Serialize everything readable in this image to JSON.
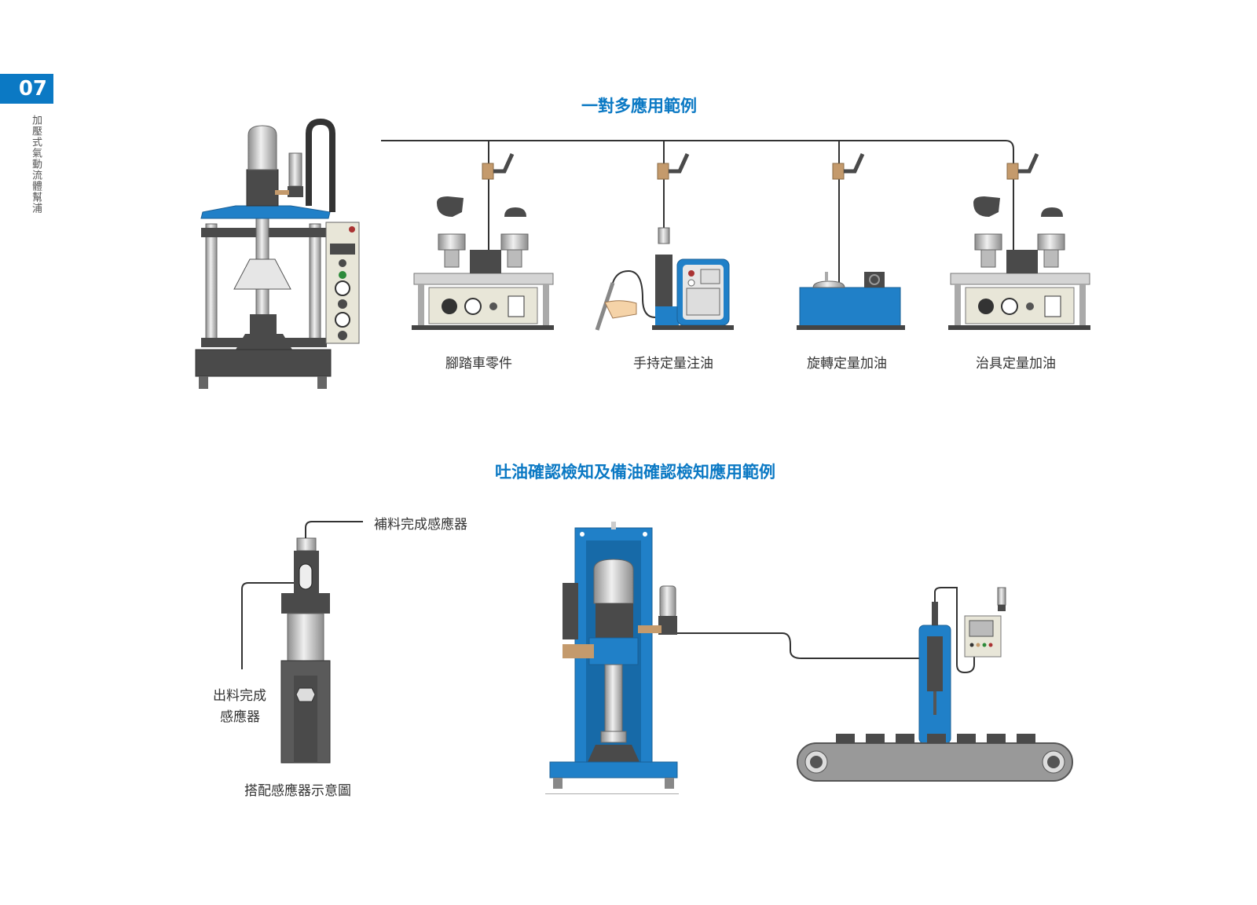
{
  "page": {
    "number": "07",
    "side_title": "加壓式氣動流體幫浦"
  },
  "section1": {
    "heading": "一對多應用範例",
    "applications": [
      {
        "label": "腳踏車零件"
      },
      {
        "label": "手持定量注油"
      },
      {
        "label": "旋轉定量加油"
      },
      {
        "label": "治具定量加油"
      }
    ]
  },
  "section2": {
    "heading": "吐油確認檢知及備油確認檢知應用範例",
    "sensor_labels": {
      "refill_complete": "補料完成感應器",
      "discharge_complete_line1": "出料完成",
      "discharge_complete_line2": "感應器"
    },
    "diagram_caption": "搭配感應器示意圖"
  },
  "colors": {
    "brand_blue": "#0b79c4",
    "machine_blue": "#2080c8",
    "dark_gray": "#4a4a4a",
    "brass": "#c49a6c",
    "panel_beige": "#e8e6d8"
  }
}
